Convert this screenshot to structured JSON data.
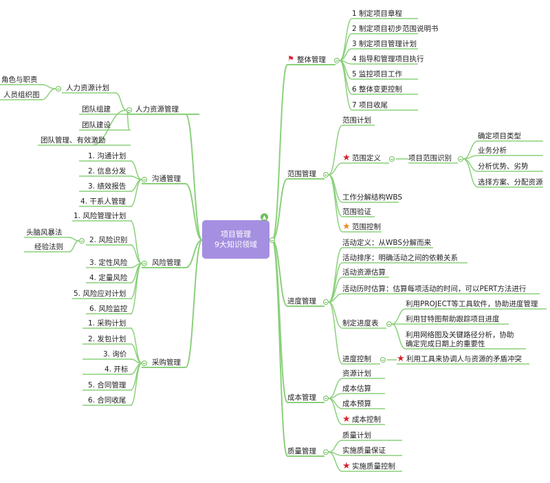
{
  "colors": {
    "line": "#8ad07a",
    "center_bg": "#a58fe0",
    "star_red": "#d9232e",
    "star_orange": "#f08a24"
  },
  "center": {
    "line1": "项目管理",
    "line2": "9大知识领域"
  },
  "nodes": {
    "zhengti": "整体管理",
    "zhengti_items": [
      "1 制定项目章程",
      "2 制定项目初步范围说明书",
      "3 制定项目管理计划",
      "4 指导和管理项目执行",
      "5 监控项目工作",
      "6 整体变更控制",
      "7 项目收尾"
    ],
    "fanwei": "范围管理",
    "fw_jihua": "范围计划",
    "fw_dingyi": "范围定义",
    "fw_shibie": "项目范围识别",
    "fw_shibie_items": [
      "确定项目类型",
      "业务分析",
      "分析优势、劣势",
      "选择方案、分配资源"
    ],
    "fw_wbs": "工作分解结构WBS",
    "fw_yanzheng": "范围验证",
    "fw_kongzhi": "范围控制",
    "jindu": "进度管理",
    "jd_items": [
      "活动定义：从WBS分解而来",
      "活动排序：明确活动之间的依赖关系",
      "活动资源估算",
      "活动历时估算：估算每项活动的时间，可以PERT方法进行"
    ],
    "jd_biao": "制定进度表",
    "jd_biao_items": [
      "利用PROJECT等工具软件，协助进度管理",
      "利用甘特图帮助跟踪项目进度",
      "利用网络图及关键路径分析，协助",
      "确定完成日期上的重要性"
    ],
    "jd_kongzhi": "进度控制",
    "jd_kongzhi_item": "利用工具来协调人与资源的矛盾冲突",
    "chengben": "成本管理",
    "cb_items": [
      "资源计划",
      "成本估算",
      "成本预算",
      "成本控制"
    ],
    "zhiliang": "质量管理",
    "zl_items": [
      "质量计划",
      "实施质量保证",
      "实施质量控制"
    ],
    "renli": "人力资源管理",
    "rl_jihua": "人力资源计划",
    "rl_jihua_items": [
      "角色与职责",
      "人员组织图"
    ],
    "rl_items": [
      "团队组建",
      "团队建设",
      "团队管理、有效激励"
    ],
    "goutong": "沟通管理",
    "gt_items": [
      "1. 沟通计划",
      "2. 信息分发",
      "3. 绩效报告",
      "4. 干系人管理"
    ],
    "fengxian": "风险管理",
    "fx_first": "1. 风险管理计划",
    "fx_shibie": "2. 风险识别",
    "fx_shibie_items": [
      "头脑风暴法",
      "经验法则"
    ],
    "fx_items": [
      "3. 定性风险",
      "4. 定量风险",
      "5. 风险应对计划",
      "6. 风险监控"
    ],
    "caigou": "采购管理",
    "cg_items": [
      "1. 采购计划",
      "2. 发包计划",
      "3. 询价",
      "4. 开标",
      "5. 合同管理",
      "6. 合同收尾"
    ]
  }
}
